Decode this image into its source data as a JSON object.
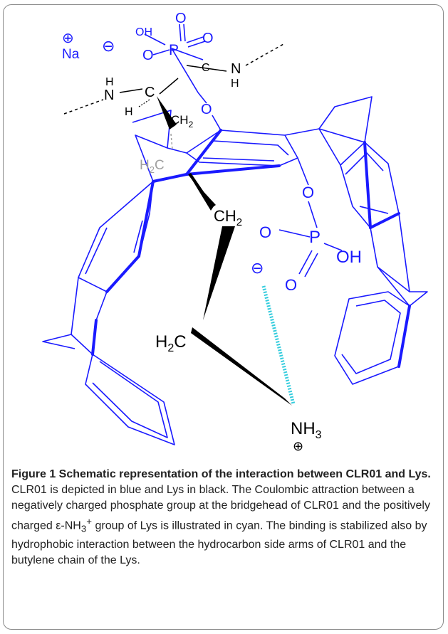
{
  "diagram": {
    "labels": {
      "na_charge": "⊕",
      "na": "Na",
      "p1_oh": "OH",
      "p1_o_top": "O",
      "p1_o_right": "O",
      "p1_minus": "⊖",
      "p1_o_left": "O",
      "p1_p": "P",
      "p1_c": "C",
      "n_right": "N",
      "n_right_h": "H",
      "n_left_h": "H",
      "n_left": "N",
      "alpha_c": "C",
      "alpha_h": "H",
      "p1_o_ester": "O",
      "ch2_top": "CH",
      "ch2_top_sub": "2",
      "h2c_grey": "H",
      "h2c_grey_sub": "2",
      "h2c_grey_c": "C",
      "ch2_mid": "CH",
      "ch2_mid_sub": "2",
      "p2_o_ester": "O",
      "p2_o_left": "O",
      "p2_p": "P",
      "p2_oh": "OH",
      "p2_minus": "⊖",
      "p2_o_bottom": "O",
      "h2c_low": "H",
      "h2c_low_sub": "2",
      "h2c_low_c": "C",
      "nh3": "NH",
      "nh3_sub": "3",
      "nh3_charge": "⊕"
    }
  },
  "caption": {
    "lead": "Figure 1 Schematic representation of the interaction between CLR01 and Lys.",
    "text_1": " CLR01 is depicted in blue and Lys in black. The Coulombic attraction between a negatively charged phosphate group at the bridgehead of CLR01 and the positively charged ε-NH",
    "sub": "3",
    "sup": "+",
    "text_2": " group of Lys is illustrated in cyan. The binding is stabilized also by hydrophobic interaction between the hydrocarbon side arms of CLR01 and the butylene chain of the Lys."
  },
  "colors": {
    "clr01": "#1a1aff",
    "lys": "#000000",
    "coulomb": "#33ccdd",
    "grey": "#a0a0a0"
  }
}
